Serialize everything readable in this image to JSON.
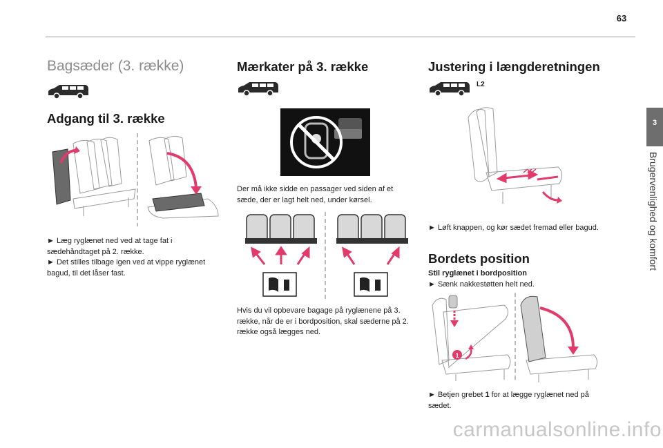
{
  "page": {
    "number": "63",
    "chapter_tab_number": "3",
    "chapter_side_title": "Brugervenlighed og komfort",
    "watermark": "carmanualsonline.info"
  },
  "col1": {
    "section_title": "Bagsæder (3. række)",
    "heading": "Adgang til 3. række",
    "bullets": [
      "► Læg ryglænet ned ved at tage fat i sædehåndtaget på 2. række.",
      "► Det stilles tilbage igen ved at vippe ryglænet bagud, til det låser fast."
    ]
  },
  "col2": {
    "heading": "Mærkater på 3. række",
    "para1": "Der må ikke sidde en passager ved siden af et sæde, der er lagt helt ned, under kørsel.",
    "para2": "Hvis du vil opbevare bagage på ryglænene på 3. række, når de er i bordposition, skal sæderne på 2. række også lægges ned."
  },
  "col3": {
    "heading": "Justering i længderetningen",
    "version_label": "L2",
    "bullet1": "► Løft knappen, og kør sædet fremad eller bagud.",
    "heading2": "Bordets position",
    "subhead": "Stil ryglænet i bordposition",
    "bullet2": "► Sænk nakkestøtten helt ned.",
    "bullet3_pre": "► Betjen grebet ",
    "bullet3_bold": "1",
    "bullet3_post": " for at lægge ryglænet ned på sædet.",
    "callout_label": "1"
  },
  "colors": {
    "accent_red": "#e23a6a",
    "tab_gray": "#6e6e6e",
    "title_gray": "#8c8c8c"
  }
}
